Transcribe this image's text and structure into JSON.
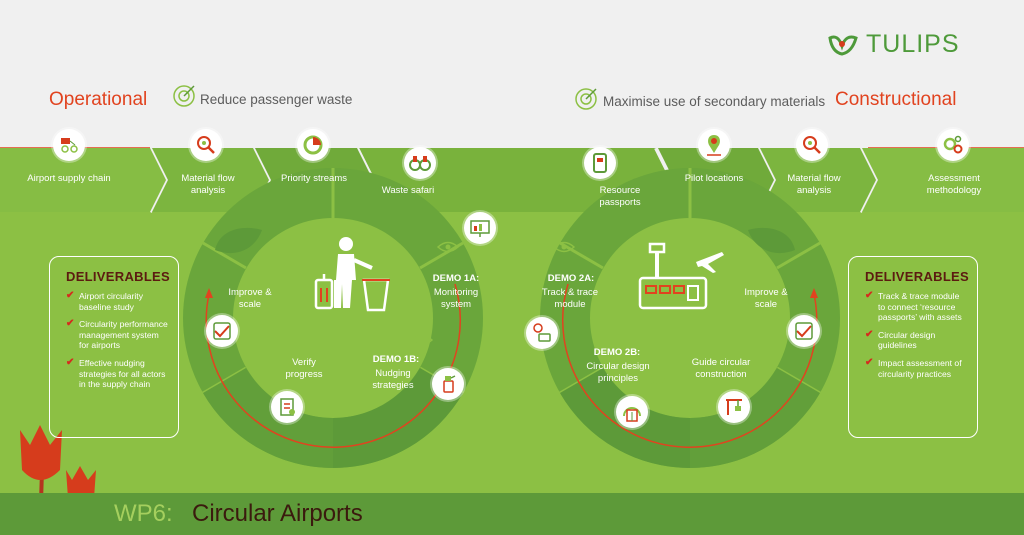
{
  "brand": {
    "name": "TULIPS"
  },
  "header": {
    "left_title": "Operational",
    "left_subtitle": "Reduce passenger waste",
    "right_title": "Constructional",
    "right_subtitle": "Maximise use of secondary materials"
  },
  "left_steps": [
    {
      "label": "Airport supply chain",
      "icon": "supply-chain-icon"
    },
    {
      "label": "Material flow analysis",
      "icon": "magnifier-icon"
    },
    {
      "label": "Priority streams",
      "icon": "pie-chart-icon"
    },
    {
      "label": "Waste safari",
      "icon": "binoculars-icon"
    }
  ],
  "right_steps": [
    {
      "label": "Resource passports",
      "icon": "passport-icon"
    },
    {
      "label": "Pilot locations",
      "icon": "location-pin-icon"
    },
    {
      "label": "Material flow analysis",
      "icon": "magnifier-icon"
    },
    {
      "label": "Assessment methodology",
      "icon": "gears-icon"
    }
  ],
  "left_cycle": {
    "demo1a_title": "DEMO 1A:",
    "demo1a_text": "Monitoring system",
    "demo1b_title": "DEMO 1B:",
    "demo1b_text": "Nudging strategies",
    "verify": "Verify progress",
    "improve": "Improve & scale"
  },
  "right_cycle": {
    "demo2a_title": "DEMO 2A:",
    "demo2a_text": "Track & trace module",
    "demo2b_title": "DEMO 2B:",
    "demo2b_text": "Circular design principles",
    "guide": "Guide circular construction",
    "improve": "Improve & scale"
  },
  "deliverables_left": {
    "title": "DELIVERABLES",
    "items": [
      "Airport circularity baseline study",
      "Circularity performance management system for airports",
      "Effective nudging strategies for all actors in the supply chain"
    ]
  },
  "deliverables_right": {
    "title": "DELIVERABLES",
    "items": [
      "Track & trace module to connect ‘resource passports’ with assets",
      "Circular design guidelines",
      "Impact assessment of circularity practices"
    ]
  },
  "footer": {
    "wp": "WP6:",
    "title": "Circular Airports"
  },
  "colors": {
    "background_green": "#8cc044",
    "band_green": "#79b23c",
    "dark_green": "#5d9a39",
    "red": "#e1431f",
    "dark_red": "#5c1b10",
    "grey_bg": "#f0f0f0"
  }
}
